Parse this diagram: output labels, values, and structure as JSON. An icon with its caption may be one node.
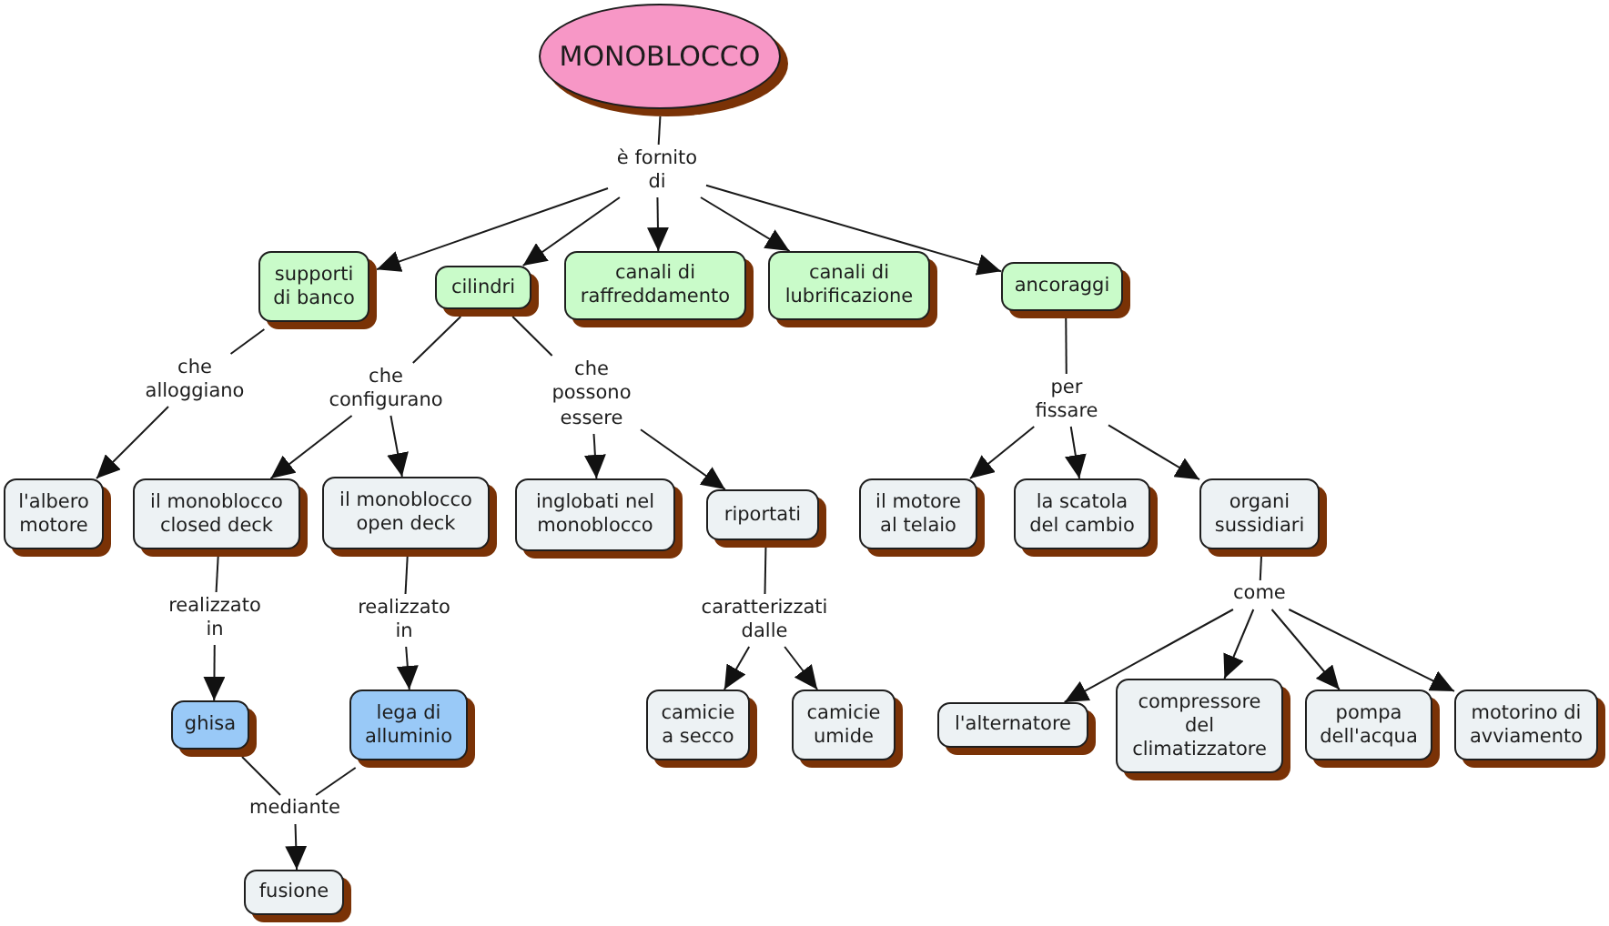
{
  "diagram": {
    "nodes": [
      {
        "text": [
          "MONOBLOCCO"
        ]
      },
      {
        "text": [
          "è fornito di"
        ]
      },
      {
        "text": [
          "supporti di banco"
        ]
      },
      {
        "text": [
          "cilindri"
        ]
      },
      {
        "text": [
          "canali di raffreddamento"
        ]
      },
      {
        "text": [
          "canali di lubrificazione"
        ]
      },
      {
        "text": [
          "ancoraggi"
        ]
      },
      {
        "text": [
          "che alloggiano"
        ]
      },
      {
        "text": [
          "che configurano"
        ]
      },
      {
        "text": [
          "che possono essere"
        ]
      },
      {
        "text": [
          "per fissare"
        ]
      },
      {
        "text": [
          "l'albero motore"
        ]
      },
      {
        "text": [
          "il monoblocco closed deck"
        ]
      },
      {
        "text": [
          "il monoblocco open deck"
        ]
      },
      {
        "text": [
          "inglobati nel monoblocco"
        ]
      },
      {
        "text": [
          "riportati"
        ]
      },
      {
        "text": [
          "il motore al telaio"
        ]
      },
      {
        "text": [
          "la scatola del cambio"
        ]
      },
      {
        "text": [
          "organi sussidiari"
        ]
      },
      {
        "text": [
          "realizzato in"
        ]
      },
      {
        "text": [
          "realizzato in"
        ]
      },
      {
        "text": [
          "caratterizzati dalle"
        ]
      },
      {
        "text": [
          "come"
        ]
      },
      {
        "text": [
          "ghisa"
        ]
      },
      {
        "text": [
          "lega di alluminio"
        ]
      },
      {
        "text": [
          "camicie a secco"
        ]
      },
      {
        "text": [
          "camicie umide"
        ]
      },
      {
        "text": [
          "l'alternatore"
        ]
      },
      {
        "text": [
          "compressore del climatizzatore"
        ]
      },
      {
        "text": [
          "pompa dell'acqua"
        ]
      },
      {
        "text": [
          "motorino di avviamento"
        ]
      },
      {
        "text": [
          "mediante"
        ]
      },
      {
        "text": [
          "fusione"
        ]
      }
    ],
    "edges": [
      {
        "from": 0,
        "to": 1,
        "arrow": "none"
      },
      {
        "from": 1,
        "to": 2,
        "arrow": "to"
      },
      {
        "from": 1,
        "to": 3,
        "arrow": "to"
      },
      {
        "from": 1,
        "to": 4,
        "arrow": "to"
      },
      {
        "from": 1,
        "to": 5,
        "arrow": "to"
      },
      {
        "from": 1,
        "to": 6,
        "arrow": "to"
      },
      {
        "from": 2,
        "to": 7,
        "arrow": "none"
      },
      {
        "from": 7,
        "to": 11,
        "arrow": "to"
      },
      {
        "from": 3,
        "to": 8,
        "arrow": "none"
      },
      {
        "from": 8,
        "to": 12,
        "arrow": "to"
      },
      {
        "from": 8,
        "to": 13,
        "arrow": "to"
      },
      {
        "from": 3,
        "to": 9,
        "arrow": "none"
      },
      {
        "from": 9,
        "to": 14,
        "arrow": "to"
      },
      {
        "from": 9,
        "to": 15,
        "arrow": "to"
      },
      {
        "from": 6,
        "to": 10,
        "arrow": "none"
      },
      {
        "from": 10,
        "to": 16,
        "arrow": "to"
      },
      {
        "from": 10,
        "to": 17,
        "arrow": "to"
      },
      {
        "from": 10,
        "to": 18,
        "arrow": "to"
      },
      {
        "from": 12,
        "to": 19,
        "arrow": "none"
      },
      {
        "from": 19,
        "to": 23,
        "arrow": "to"
      },
      {
        "from": 13,
        "to": 20,
        "arrow": "none"
      },
      {
        "from": 20,
        "to": 24,
        "arrow": "to"
      },
      {
        "from": 15,
        "to": 21,
        "arrow": "none"
      },
      {
        "from": 21,
        "to": 25,
        "arrow": "to"
      },
      {
        "from": 21,
        "to": 26,
        "arrow": "to"
      },
      {
        "from": 18,
        "to": 22,
        "arrow": "none"
      },
      {
        "from": 22,
        "to": 27,
        "arrow": "to"
      },
      {
        "from": 22,
        "to": 28,
        "arrow": "to"
      },
      {
        "from": 22,
        "to": 29,
        "arrow": "to"
      },
      {
        "from": 22,
        "to": 30,
        "arrow": "to"
      },
      {
        "from": 23,
        "to": 31,
        "arrow": "none"
      },
      {
        "from": 24,
        "to": 31,
        "arrow": "none"
      },
      {
        "from": 31,
        "to": 32,
        "arrow": "to"
      }
    ]
  }
}
